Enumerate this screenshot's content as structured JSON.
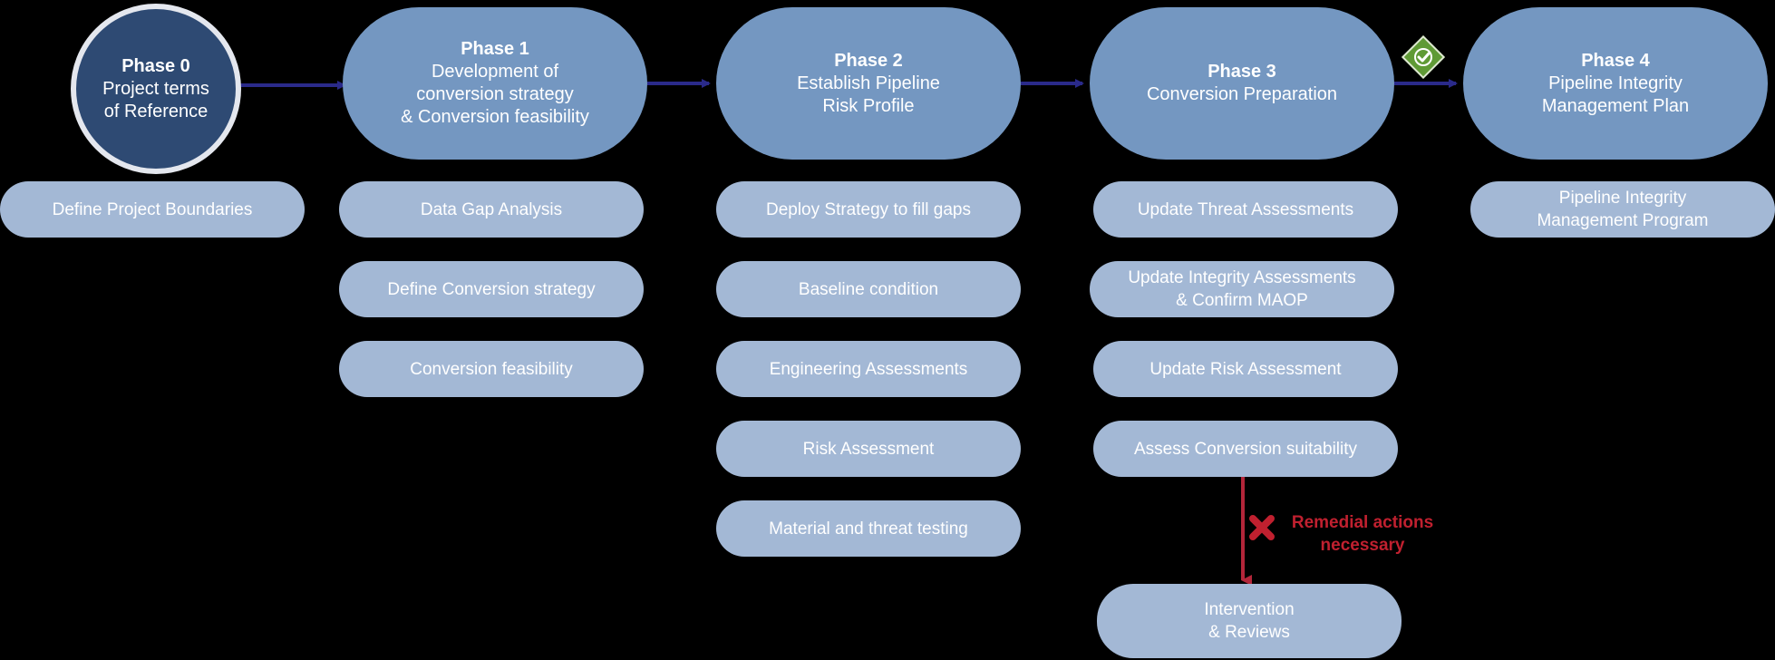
{
  "phases": [
    {
      "title": "Phase 0",
      "lines": [
        "Project terms",
        "of Reference"
      ]
    },
    {
      "title": "Phase 1",
      "lines": [
        "Development of",
        "conversion strategy",
        "& Conversion feasibility"
      ]
    },
    {
      "title": "Phase 2",
      "lines": [
        "Establish Pipeline",
        "Risk Profile"
      ]
    },
    {
      "title": "Phase 3",
      "lines": [
        "Conversion Preparation"
      ]
    },
    {
      "title": "Phase 4",
      "lines": [
        "Pipeline Integrity",
        "Management Plan"
      ]
    }
  ],
  "steps": {
    "phase0": [
      "Define Project Boundaries"
    ],
    "phase1": [
      "Data Gap Analysis",
      "Define Conversion strategy",
      "Conversion feasibility"
    ],
    "phase2": [
      "Deploy Strategy to fill gaps",
      "Baseline condition",
      "Engineering Assessments",
      "Risk Assessment",
      "Material and threat testing"
    ],
    "phase3": [
      "Update Threat Assessments",
      "Update Integrity Assessments",
      "& Confirm MAOP",
      "Update Risk Assessment",
      "Assess Conversion suitability"
    ],
    "phase4": [
      "Pipeline Integrity",
      "Management Program"
    ]
  },
  "remedial": {
    "lines": [
      "Remedial actions",
      "necessary"
    ],
    "color": "#c0202f"
  },
  "intervention": [
    "Intervention",
    "& Reviews"
  ],
  "icons": {
    "approval": "check-diamond-icon",
    "reject": "red-x-icon"
  },
  "colors": {
    "background": "#000000",
    "phase_fill": "#7497c1",
    "phase0_fill": "#2e4a73",
    "step_fill": "#a3b8d5",
    "arrow": "#2a2a8a",
    "approval": "#5f9a35"
  }
}
